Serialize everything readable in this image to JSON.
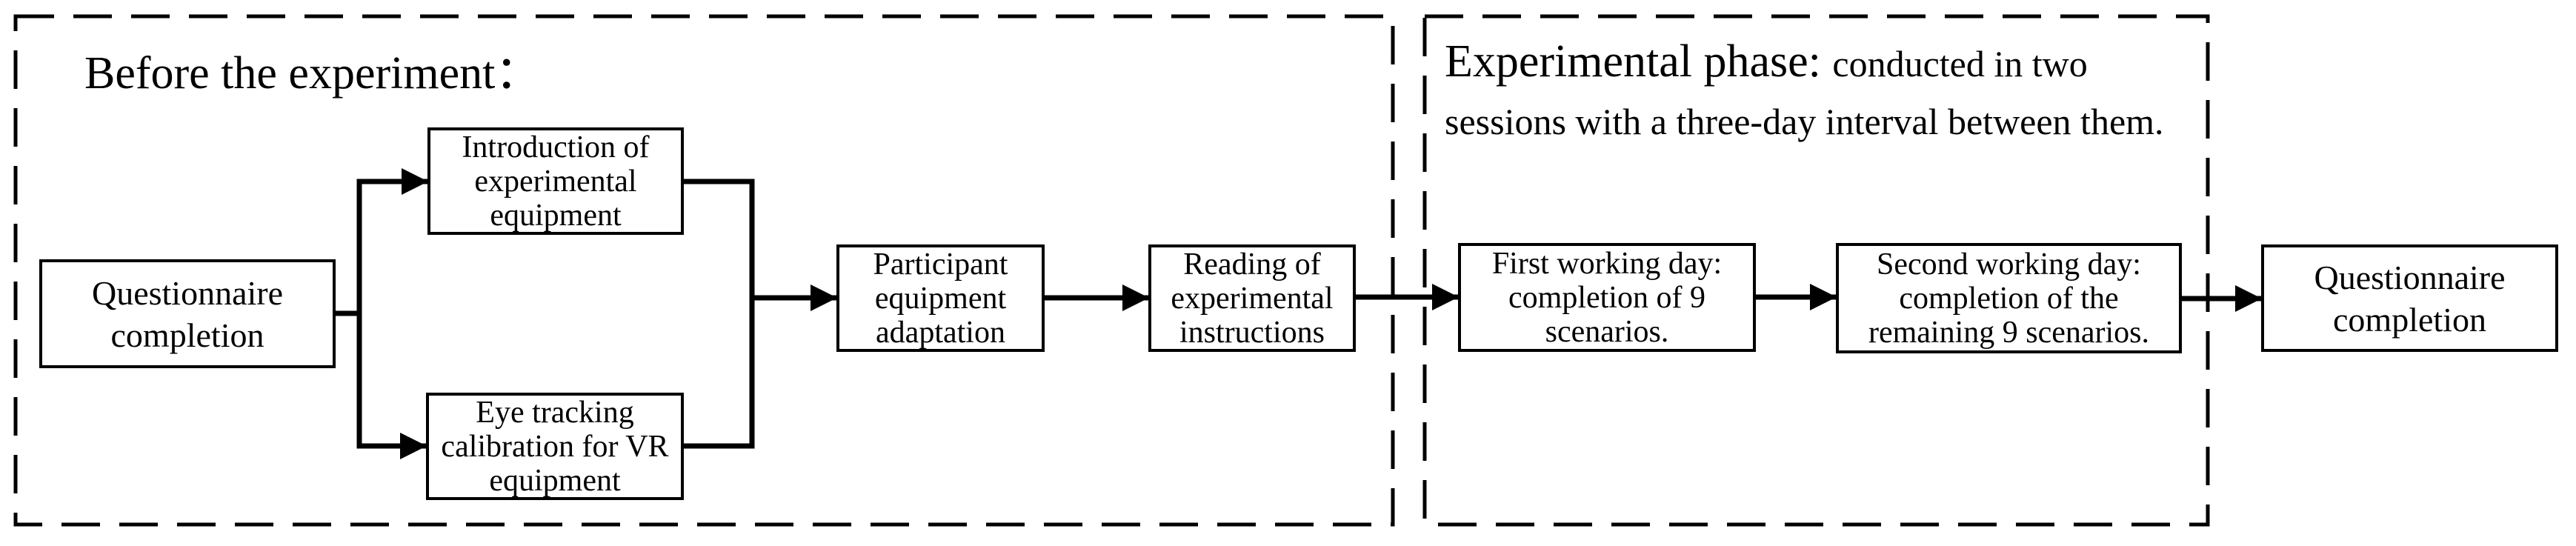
{
  "canvas": {
    "background": "#ffffff",
    "ink": "#000000"
  },
  "sections": {
    "before": {
      "title": "Before the experiment："
    },
    "experimental": {
      "title": "Experimental phase:",
      "subtitle_line1": "conducted in two",
      "subtitle_line2": "sessions with a three-day interval between them."
    }
  },
  "boxes": {
    "questionnaire_pre": {
      "lines": [
        "Questionnaire",
        "completion"
      ]
    },
    "introduction": {
      "lines": [
        "Introduction of",
        "experimental",
        "equipment"
      ]
    },
    "eye_tracking": {
      "lines": [
        "Eye tracking",
        "calibration for VR",
        "equipment"
      ]
    },
    "adaptation": {
      "lines": [
        "Participant",
        "equipment",
        "adaptation"
      ]
    },
    "reading": {
      "lines": [
        "Reading of",
        "experimental",
        "instructions"
      ]
    },
    "day1": {
      "lines": [
        "First working day:",
        "completion of 9",
        "scenarios."
      ]
    },
    "day2": {
      "lines": [
        "Second working day:",
        "completion of the",
        "remaining 9 scenarios."
      ]
    },
    "questionnaire_post": {
      "lines": [
        "Questionnaire",
        "completion"
      ]
    }
  }
}
